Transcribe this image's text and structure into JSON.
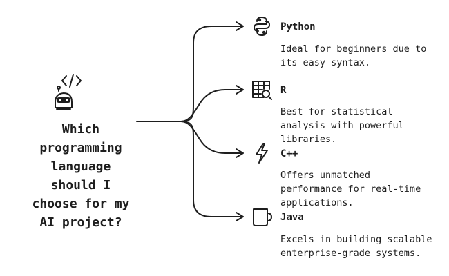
{
  "question": {
    "lines": [
      "Which",
      "programming",
      "language",
      "should I",
      "choose for my",
      "AI project?"
    ],
    "icon": "robot-code-icon"
  },
  "options": [
    {
      "title": "Python",
      "icon": "python-snake-icon",
      "description_lines": [
        "Ideal for beginners due to",
        "its easy syntax."
      ]
    },
    {
      "title": "R",
      "icon": "spreadsheet-magnifier-icon",
      "description_lines": [
        "Best for statistical",
        "analysis with powerful",
        "libraries."
      ]
    },
    {
      "title": "C++",
      "icon": "lightning-bolt-icon",
      "description_lines": [
        "Offers unmatched",
        "performance for real-time",
        "applications."
      ]
    },
    {
      "title": "Java",
      "icon": "coffee-mug-icon",
      "description_lines": [
        "Excels in building scalable",
        "enterprise-grade systems."
      ]
    }
  ],
  "colors": {
    "stroke": "#1e1e1e",
    "background": "#ffffff"
  }
}
